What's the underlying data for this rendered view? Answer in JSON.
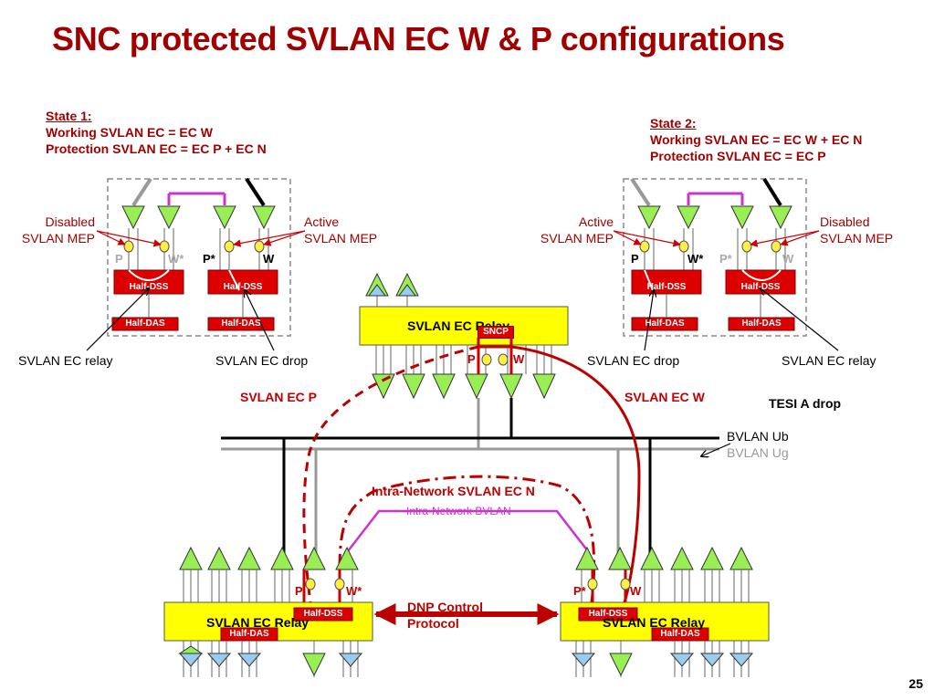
{
  "title": "SNC protected SVLAN EC W & P configurations",
  "state1": {
    "heading": "State 1:",
    "line1": "Working SVLAN EC = EC W",
    "line2": "Protection SVLAN EC = EC P + EC N"
  },
  "state2": {
    "heading": "State 2:",
    "line1": "Working SVLAN EC = EC W + EC N",
    "line2": "Protection SVLAN EC = EC P"
  },
  "labels": {
    "disabled": "Disabled",
    "active": "Active",
    "svlan_mep": "SVLAN MEP",
    "svlan_ec_relay": "SVLAN EC relay",
    "svlan_ec_drop": "SVLAN EC drop",
    "svlan_ec_p": "SVLAN EC P",
    "svlan_ec_w": "SVLAN EC W",
    "tesi_a_drop": "TESI A drop",
    "bvlan_ub": "BVLAN Ub",
    "bvlan_ug": "BVLAN Ug",
    "intra_network_svlan": "Intra-Network SVLAN EC N",
    "intra_network_bvlan": "Intra-Network BVLAN",
    "dnp_line1": "DNP Control",
    "dnp_line2": "Protocol",
    "svlan_ec_relay_box": "SVLAN EC Relay",
    "half_dss": "Half-DSS",
    "half_das": "Half-DAS",
    "sncp": "SNCP",
    "p": "P",
    "p_star": "P*",
    "w": "W",
    "w_star": "W*"
  },
  "page_number": "25",
  "colors": {
    "title": "#a00000",
    "relay_fill": "#ffff00",
    "half_box": "#dd0000",
    "green_node": "#99ee55",
    "blue_node": "#99ccee",
    "mep_yellow": "#ffee44",
    "magenta": "#cc33cc",
    "path_red": "#bb0000",
    "bvlan_grey": "#999999"
  }
}
